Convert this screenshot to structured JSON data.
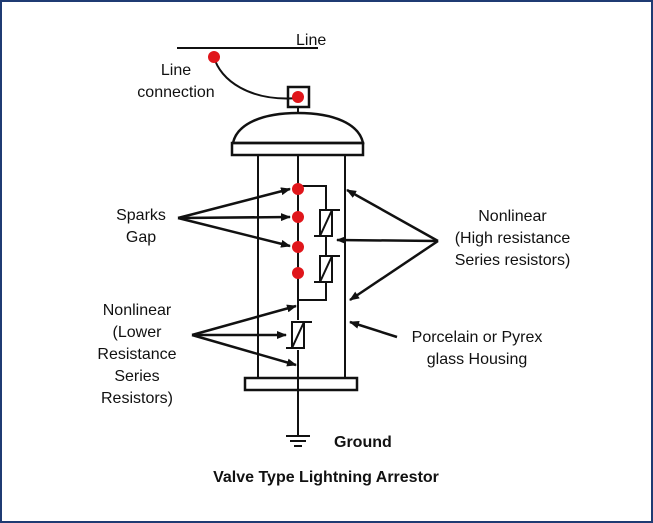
{
  "labels": {
    "line": "Line",
    "line_connection": [
      "Line",
      "connection"
    ],
    "sparks_gap": [
      "Sparks",
      "Gap"
    ],
    "nonlinear_high": [
      "Nonlinear",
      "(High resistance",
      "Series resistors)"
    ],
    "nonlinear_lower": [
      "Nonlinear",
      "(Lower",
      "Resistance",
      "Series",
      "Resistors)"
    ],
    "housing": [
      "Porcelain or Pyrex",
      "glass Housing"
    ],
    "ground": "Ground",
    "caption": "Valve Type Lightning Arrestor"
  },
  "colors": {
    "stroke": "#111111",
    "dot": "#e0161b",
    "frame": "#1f3b73",
    "background": "#ffffff"
  }
}
